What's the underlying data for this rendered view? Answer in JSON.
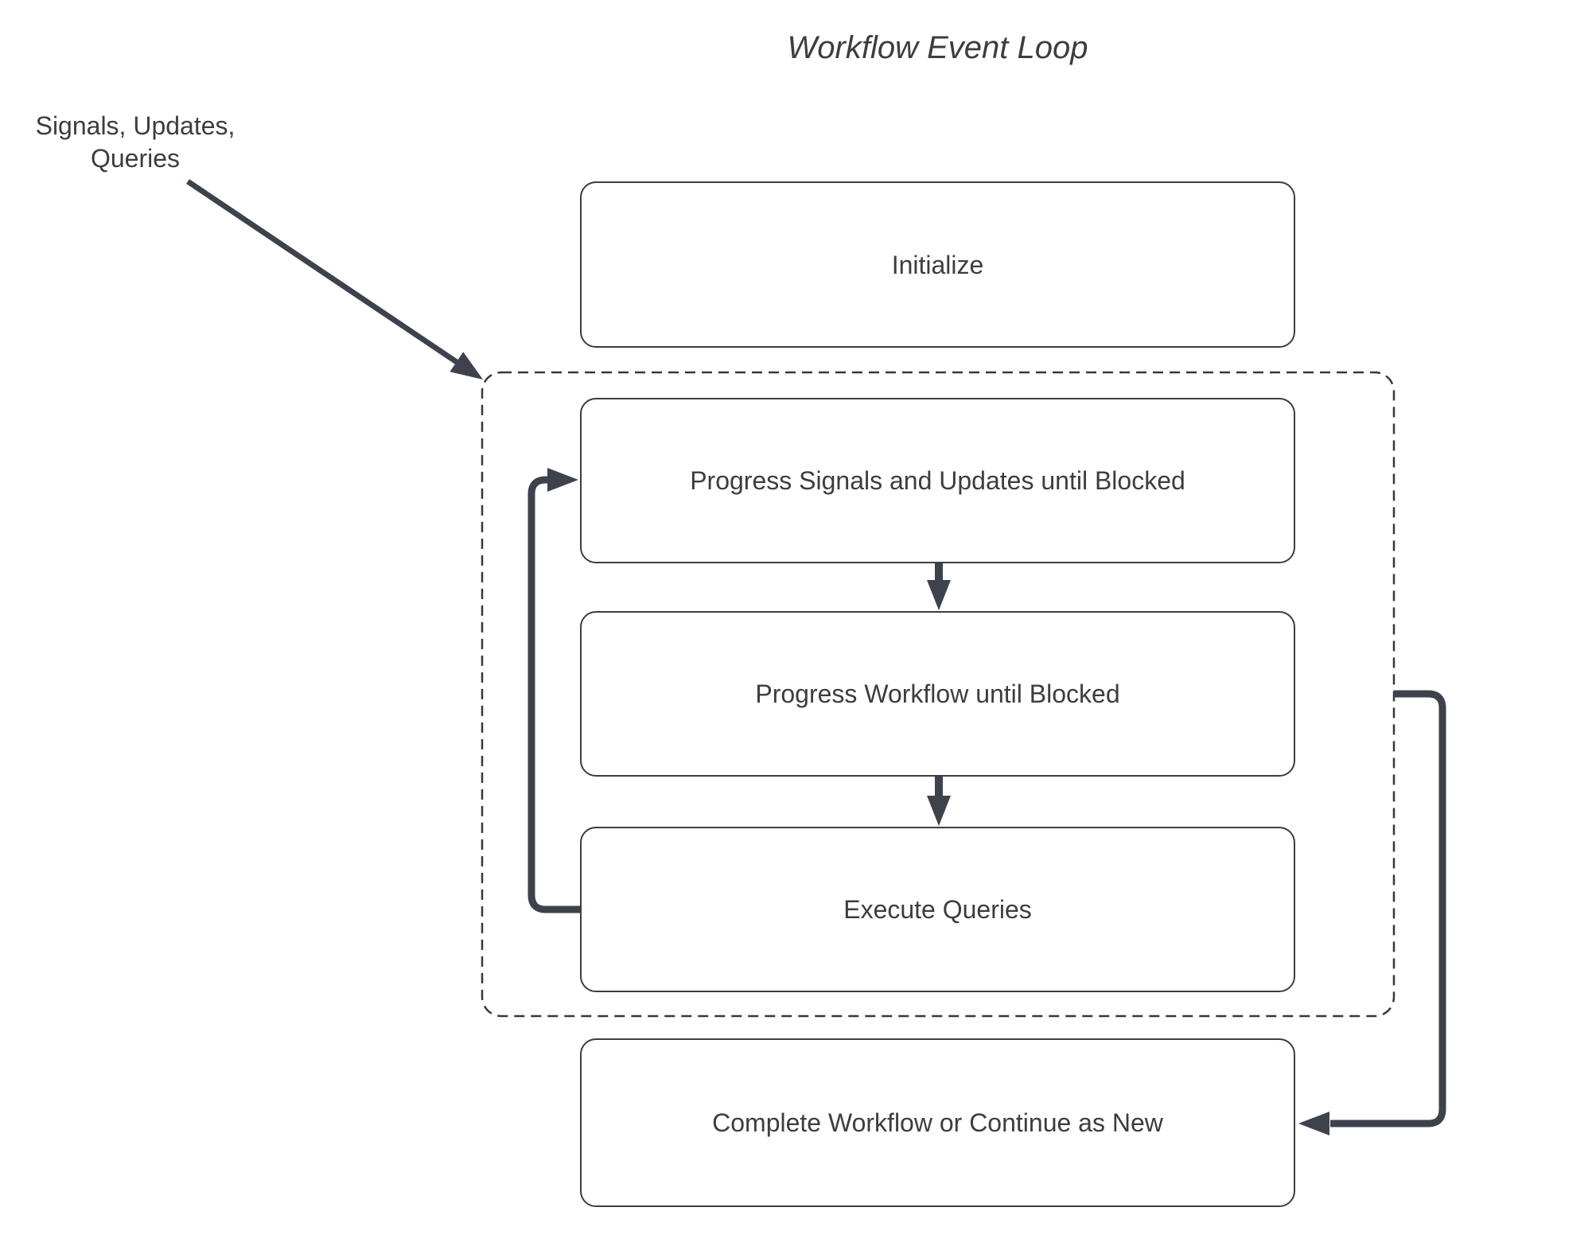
{
  "title": "Workflow Event Loop",
  "annotation": {
    "label": "Signals, Updates,\nQueries"
  },
  "nodes": {
    "initialize": {
      "label": "Initialize"
    },
    "event_loop": {
      "progress_signals": {
        "label": "Progress Signals and Updates until Blocked"
      },
      "progress_workflow": {
        "label": "Progress Workflow until Blocked"
      },
      "execute_queries": {
        "label": "Execute Queries"
      }
    },
    "complete": {
      "label": "Complete Workflow or Continue as New"
    }
  },
  "colors": {
    "arrow": "#3d424d",
    "box_border": "#3d3d3d",
    "dashed_border": "#383838",
    "text": "#3d3d3d",
    "background": "#ffffff"
  }
}
